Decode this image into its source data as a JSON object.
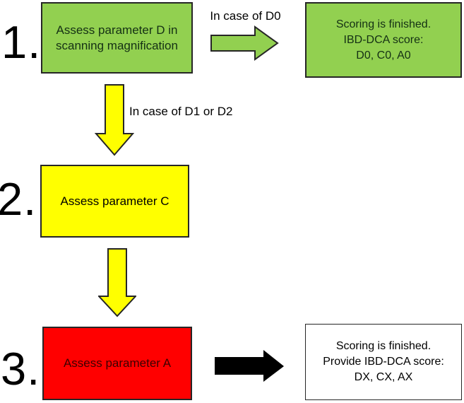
{
  "colors": {
    "background": "#ffffff",
    "green_fill": "#92d050",
    "yellow_fill": "#ffff00",
    "red_fill": "#ff0000",
    "white_fill": "#ffffff",
    "outline": "#262626",
    "black": "#000000",
    "green_box_text": "#143014",
    "red_box_text": "#3c0000",
    "plain_text": "#000000"
  },
  "steps": [
    {
      "number": "1.",
      "label": "Assess parameter D in\nscanning magnification"
    },
    {
      "number": "2.",
      "label": "Assess parameter C"
    },
    {
      "number": "3.",
      "label": "Assess parameter A"
    }
  ],
  "edge_labels": {
    "case_d0": "In case of D0",
    "case_d1_or_d2": "In case of D1 or D2"
  },
  "results": {
    "finished_green": "Scoring is finished.\nIBD-DCA score:\nD0, C0, A0",
    "finished_white": "Scoring is finished.\nProvide IBD-DCA score:\nDX, CX, AX"
  }
}
